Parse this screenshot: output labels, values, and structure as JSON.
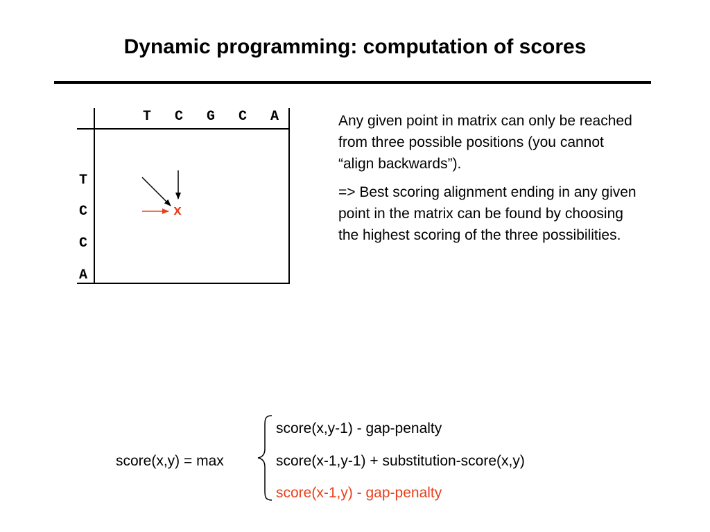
{
  "title": "Dynamic programming: computation of scores",
  "matrix": {
    "columns": [
      "T",
      "C",
      "G",
      "C",
      "A"
    ],
    "rows": [
      "T",
      "C",
      "C",
      "A"
    ],
    "target_cell": "x",
    "colors": {
      "highlight": "#e8401c",
      "line": "#000000"
    }
  },
  "description": {
    "paragraph1": "Any given point in matrix can only be reached from three possible positions (you cannot “align backwards”).",
    "paragraph2": "=> Best scoring alignment ending in any given point in the matrix can be found by choosing the highest scoring of the three possibilities."
  },
  "formula": {
    "lhs": "score(x,y) = max",
    "cases": [
      "score(x,y-1) - gap-penalty",
      "score(x-1,y-1) + substitution-score(x,y)",
      "score(x-1,y) - gap-penalty"
    ],
    "highlight_color": "#e8401c"
  }
}
